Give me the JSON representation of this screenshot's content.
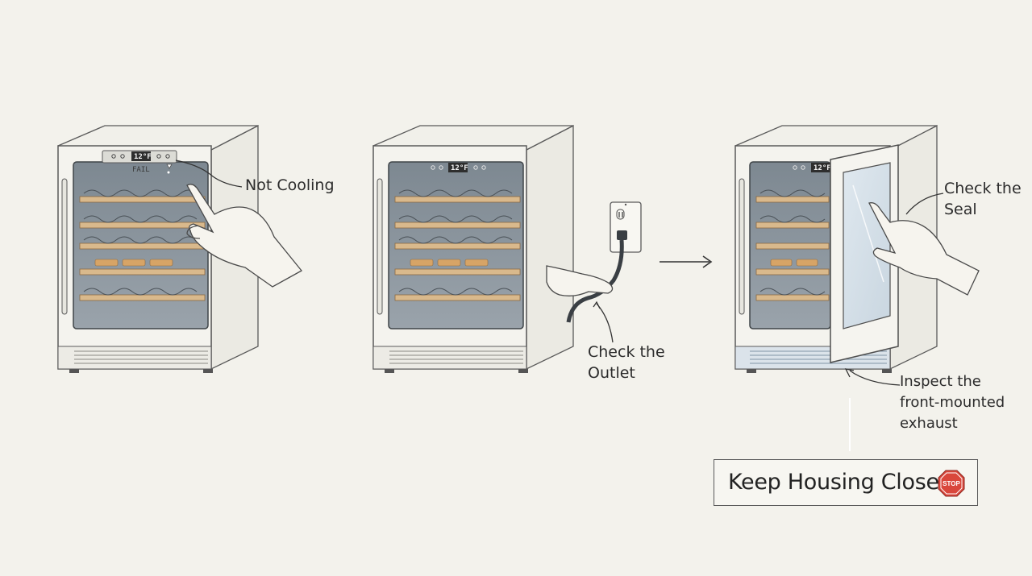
{
  "panels": [
    {
      "callout": "Not Cooling",
      "display": "12°F",
      "error": "FAIL"
    },
    {
      "callout": "Check the\nOutlet",
      "display": "12°F"
    },
    {
      "callout_seal": "Check the\nSeal",
      "callout_exhaust": "Inspect the\nfront-mounted\nexhaust",
      "display": "12°F"
    }
  ],
  "warning": {
    "text": "Keep Housing Closed",
    "stop_label": "STOP"
  },
  "colors": {
    "background": "#f3f2ec",
    "line": "#5a5a5a",
    "shelf": "#d9b98c",
    "glass": "#8e97a0",
    "stop": "#d9473c"
  }
}
